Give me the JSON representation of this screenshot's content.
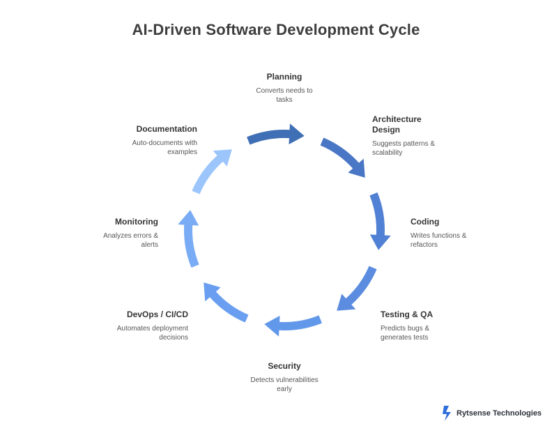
{
  "title": "AI-Driven Software Development Cycle",
  "colors": {
    "arrow_gradient": [
      "#3f6fb4",
      "#4a77c5",
      "#5181d4",
      "#5b8ce0",
      "#6298ea",
      "#6a9ef0",
      "#79acf4",
      "#9bc5fb"
    ],
    "heading": "#333333",
    "text": "#555555",
    "brand": "#2f6edb"
  },
  "stages": [
    {
      "name": "Planning",
      "description": "Converts needs to tasks"
    },
    {
      "name": "Architecture Design",
      "description": "Suggests patterns & scalability"
    },
    {
      "name": "Coding",
      "description": "Writes functions & refactors"
    },
    {
      "name": "Testing & QA",
      "description": "Predicts bugs & generates tests"
    },
    {
      "name": "Security",
      "description": "Detects vulnerabilities early"
    },
    {
      "name": "DevOps / CI/CD",
      "description": "Automates deployment decisions"
    },
    {
      "name": "Monitoring",
      "description": "Analyzes errors & alerts"
    },
    {
      "name": "Documentation",
      "description": "Auto-documents with examples"
    }
  ],
  "brand": {
    "name": "Rytsense Technologies",
    "icon": "lightning-logo-icon"
  }
}
